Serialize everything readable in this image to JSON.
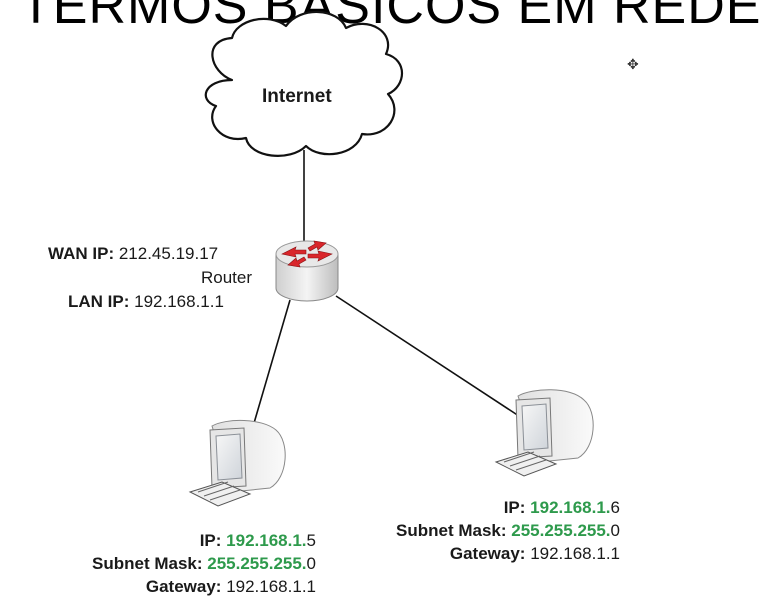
{
  "slide": {
    "title": "TERMOS BÁSICOS EM REDE IP;"
  },
  "internet": {
    "label": "Internet"
  },
  "router": {
    "label": "Router",
    "wan_label": "WAN IP:",
    "wan_value": "212.45.19.17",
    "lan_label": "LAN IP:",
    "lan_value": "192.168.1.1"
  },
  "pc_left": {
    "ip_label": "IP:",
    "ip_network": "192.168.1.",
    "ip_host": "5",
    "mask_label": "Subnet Mask:",
    "mask_network": "255.255.255.",
    "mask_host": "0",
    "gw_label": "Gateway:",
    "gw_value": "192.168.1.1"
  },
  "pc_right": {
    "ip_label": "IP:",
    "ip_network": "192.168.1.",
    "ip_host": "6",
    "mask_label": "Subnet Mask:",
    "mask_network": "255.255.255.",
    "mask_host": "0",
    "gw_label": "Gateway:",
    "gw_value": "192.168.1.1"
  },
  "colors": {
    "highlight": "#2e9a4c",
    "router_arrow": "#d9262b",
    "router_body": "#e8e8e8"
  }
}
